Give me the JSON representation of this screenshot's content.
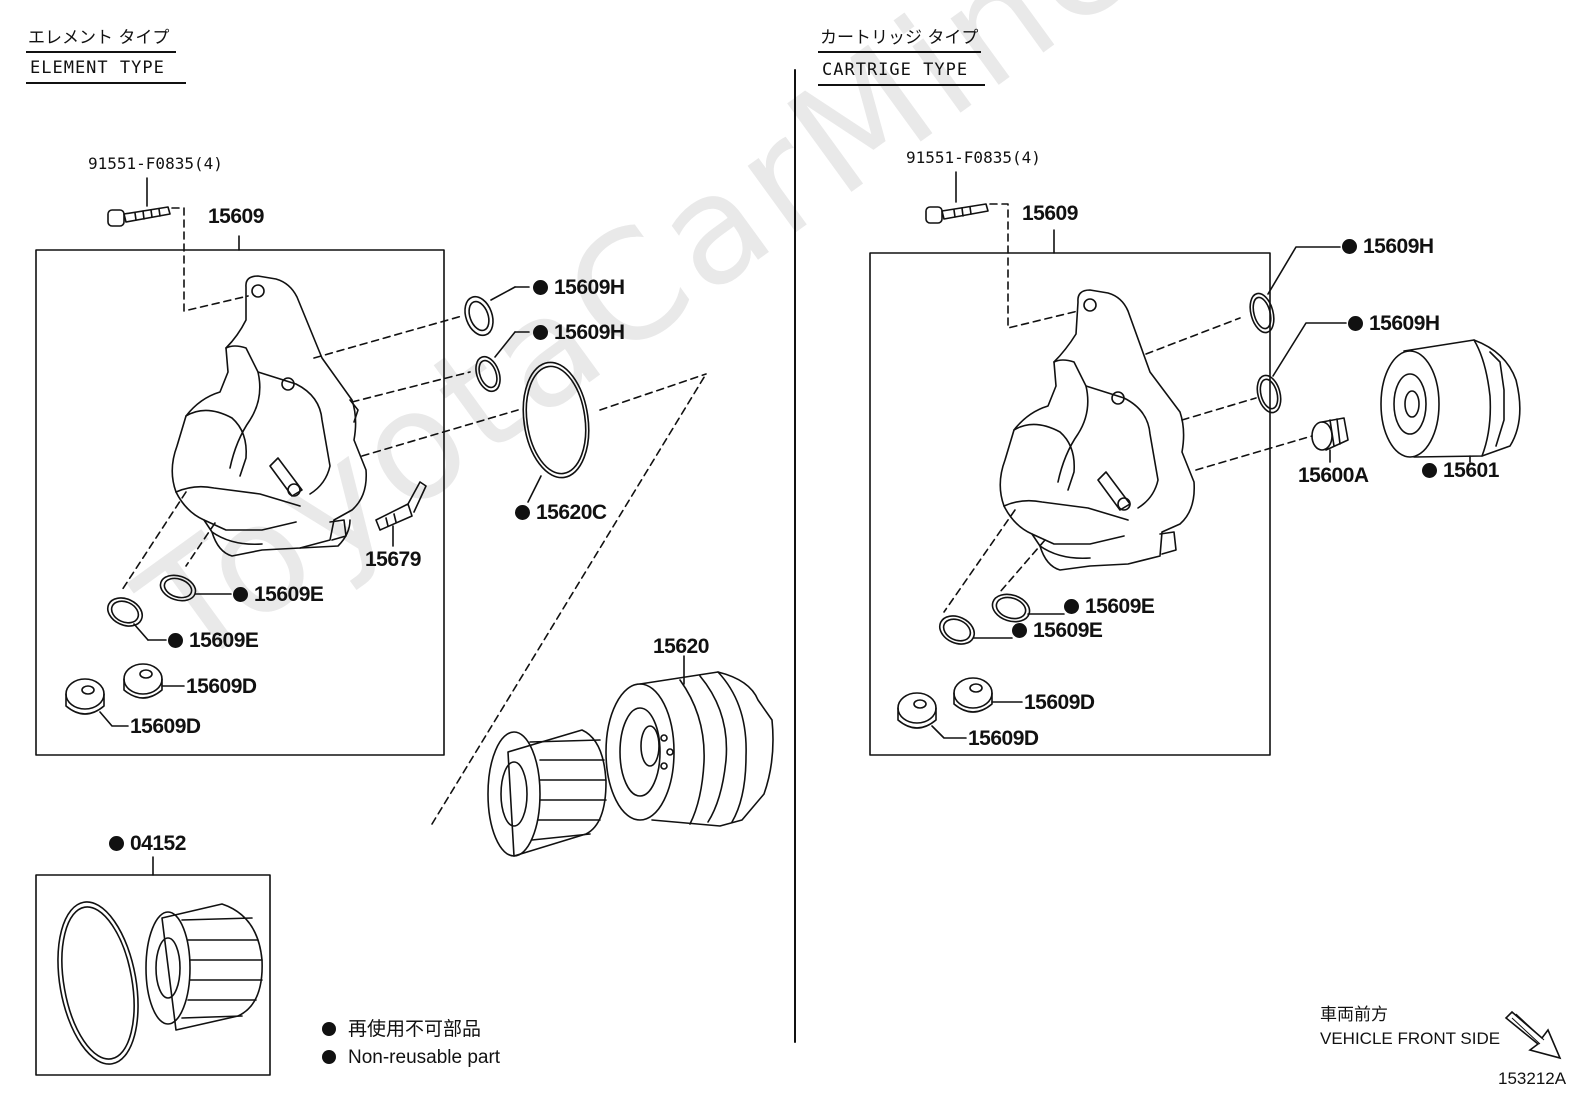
{
  "watermark": "ToyotaCarMine.ru",
  "left_section": {
    "title_jp": "エレメント タイプ",
    "title_en": "ELEMENT TYPE",
    "labels": {
      "bolt": "91551-F0835(4)",
      "housing": "15609",
      "oring_h1": "15609H",
      "oring_h2": "15609H",
      "gasket_c": "15620C",
      "clip": "15679",
      "oring_e1": "15609E",
      "oring_e2": "15609E",
      "plug_d1": "15609D",
      "plug_d2": "15609D",
      "filter_cap": "15620",
      "element_kit": "04152"
    }
  },
  "right_section": {
    "title_jp": "カートリッジ タイプ",
    "title_en": "CARTRIGE TYPE",
    "labels": {
      "bolt": "91551-F0835(4)",
      "housing": "15609",
      "oring_h1": "15609H",
      "oring_h2": "15609H",
      "union": "15600A",
      "cartridge": "15601",
      "oring_e1": "15609E",
      "oring_e2": "15609E",
      "plug_d1": "15609D",
      "plug_d2": "15609D"
    }
  },
  "legend": {
    "jp": "再使用不可部品",
    "en": "Non-reusable part"
  },
  "direction": {
    "jp": "車両前方",
    "en": "VEHICLE FRONT SIDE"
  },
  "figure_code": "153212A"
}
